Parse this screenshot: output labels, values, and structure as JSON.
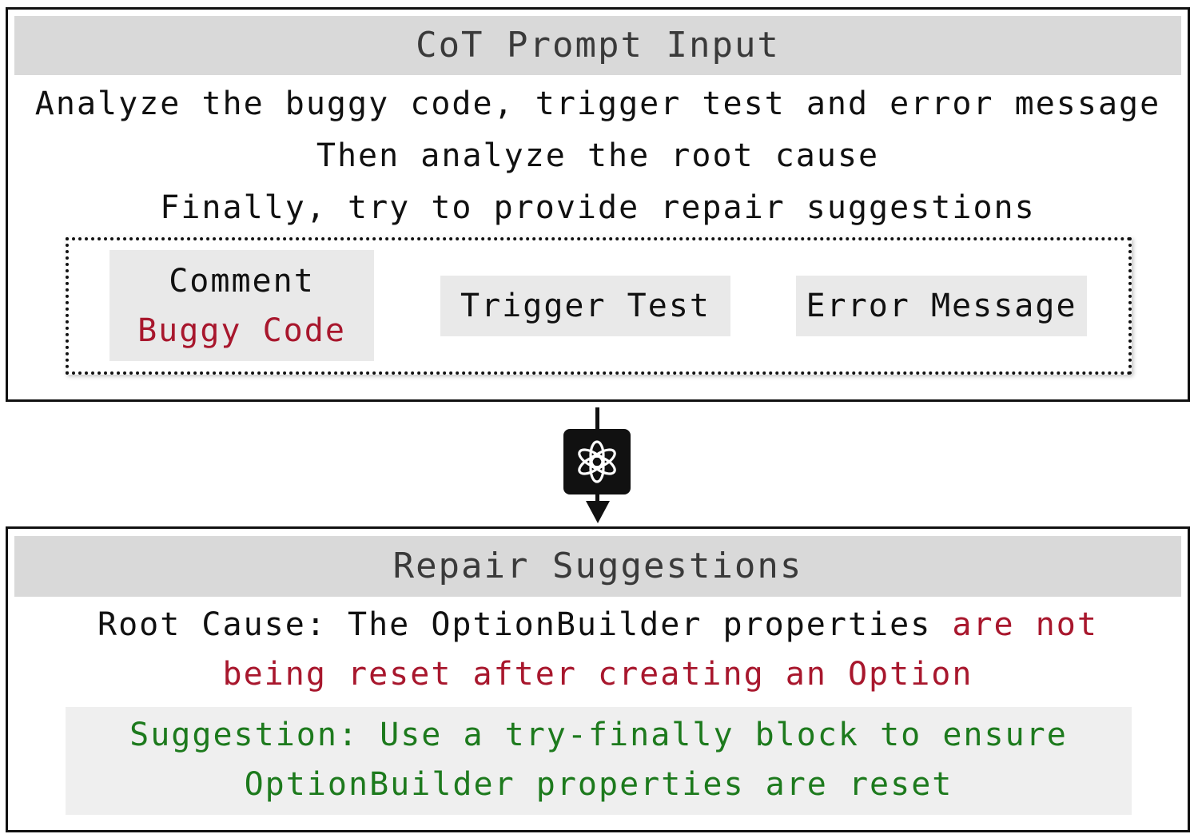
{
  "input_box": {
    "title": "CoT Prompt Input",
    "instructions": [
      "Analyze the buggy code, trigger test and error message",
      "Then analyze the root cause",
      "Finally, try to provide repair suggestions"
    ],
    "chips": {
      "comment": "Comment",
      "buggy_code": "Buggy Code",
      "trigger_test": "Trigger Test",
      "error_message": "Error Message"
    }
  },
  "model": {
    "icon": "openai-logo-icon"
  },
  "output_box": {
    "title": "Repair Suggestions",
    "root_cause_prefix": "Root Cause: The OptionBuilder properties",
    "root_cause_highlight_1": "are not",
    "root_cause_highlight_2": "being reset after creating an Option",
    "suggestion_line_1": "Suggestion: Use a try-finally block to ensure",
    "suggestion_line_2": "OptionBuilder properties are reset"
  },
  "colors": {
    "header_bg": "#d9d9d9",
    "highlight_red": "#a8172d",
    "suggestion_green": "#1d7a1d",
    "chip_bg": "#e9e9e9"
  }
}
